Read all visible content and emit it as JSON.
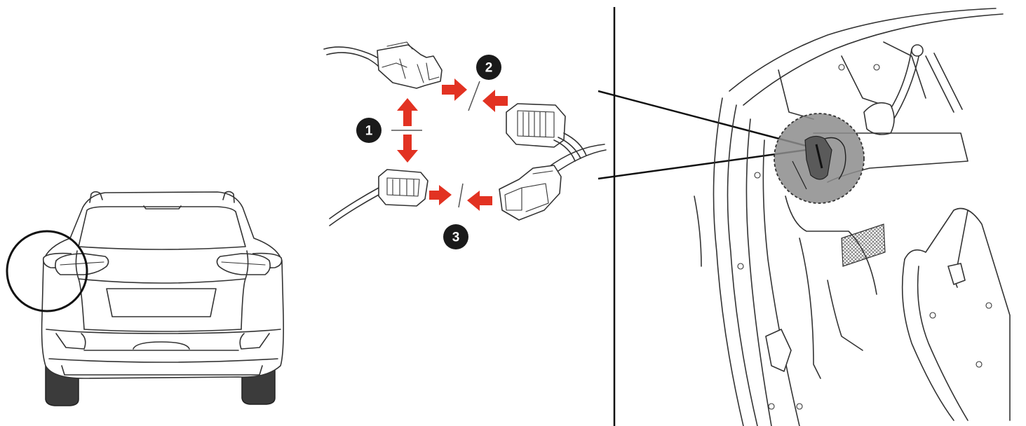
{
  "steps": [
    {
      "label": "1",
      "action": "separate"
    },
    {
      "label": "2",
      "action": "connect"
    },
    {
      "label": "3",
      "action": "connect"
    }
  ],
  "colors": {
    "arrow": "#e23222",
    "ink": "#333333",
    "tire": "#3b3b3b",
    "badge": "#1a1a1a",
    "magnifier": "#8c8c8c"
  },
  "icons": [
    "car-rear-view",
    "wire-harness-connector",
    "split-arrow-icon",
    "connect-arrow-icon",
    "tail-lamp-cavity-view"
  ]
}
